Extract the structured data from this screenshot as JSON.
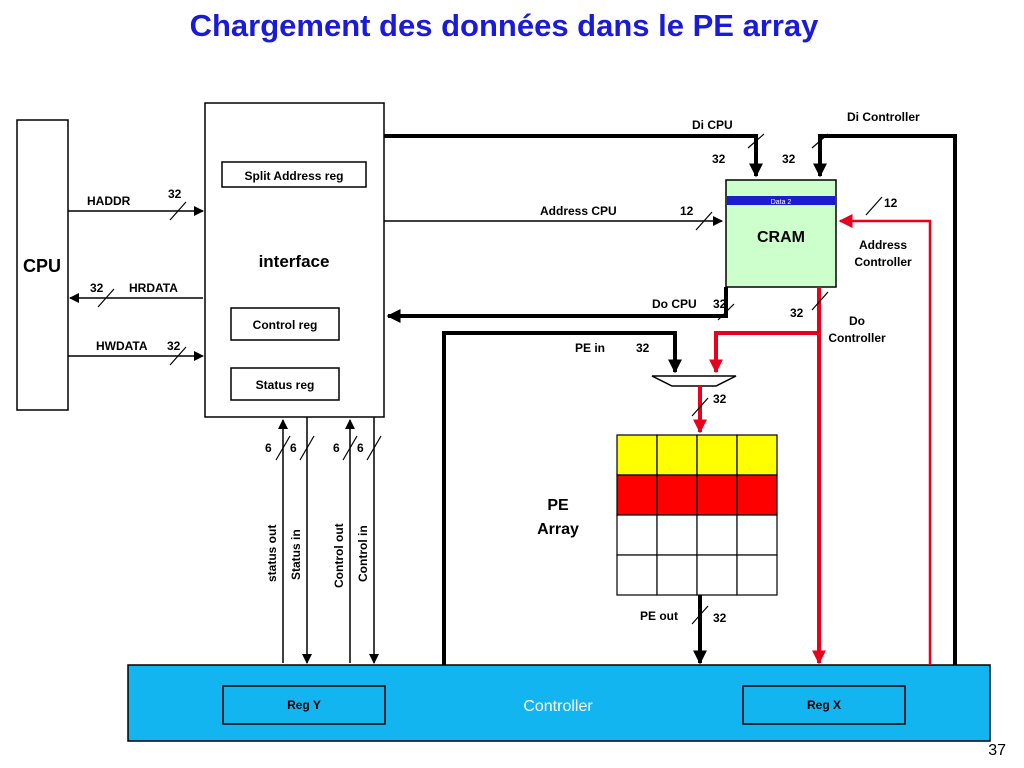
{
  "title": "Chargement des données dans le PE array",
  "page_number": "37",
  "colors": {
    "title": "#1a1adb",
    "controller_fill": "#12b5f0",
    "cram_fill": "#ccffcc",
    "cram_band": "#1b1bd0",
    "pe_row_yellow": "#ffff00",
    "pe_row_red": "#ff0000",
    "control_path_red": "#e8001c"
  },
  "blocks": {
    "cpu": "CPU",
    "interface": "interface",
    "split_address_reg": "Split Address reg",
    "control_reg": "Control reg",
    "status_reg": "Status reg",
    "cram": "CRAM",
    "cram_band": "Data 2",
    "pe_array_line1": "PE",
    "pe_array_line2": "Array",
    "controller": "Controller",
    "reg_y": "Reg Y",
    "reg_x": "Reg X"
  },
  "signals": {
    "haddr": "HADDR",
    "hrdata": "HRDATA",
    "hwdata": "HWDATA",
    "di_cpu": "Di CPU",
    "di_controller": "Di Controller",
    "address_cpu": "Address CPU",
    "address_controller_line1": "Address",
    "address_controller_line2": "Controller",
    "do_cpu": "Do CPU",
    "do_controller_line1": "Do",
    "do_controller_line2": "Controller",
    "pe_in": "PE in",
    "pe_out": "PE out",
    "status_out": "status out",
    "status_in": "Status in",
    "control_out": "Control out",
    "control_in": "Control in"
  },
  "bus_widths": {
    "haddr": "32",
    "hrdata": "32",
    "hwdata": "32",
    "di_cpu": "32",
    "di_controller": "32",
    "address_cpu": "12",
    "address_controller": "12",
    "do_cpu": "32",
    "do_controller": "32",
    "pe_in": "32",
    "mux_out": "32",
    "pe_out": "32",
    "status_out": "6",
    "status_in": "6",
    "control_out": "6",
    "control_in": "6"
  },
  "pe_grid": {
    "rows": 4,
    "cols": 4,
    "row_colors": [
      "yellow",
      "red",
      "white",
      "white"
    ]
  }
}
